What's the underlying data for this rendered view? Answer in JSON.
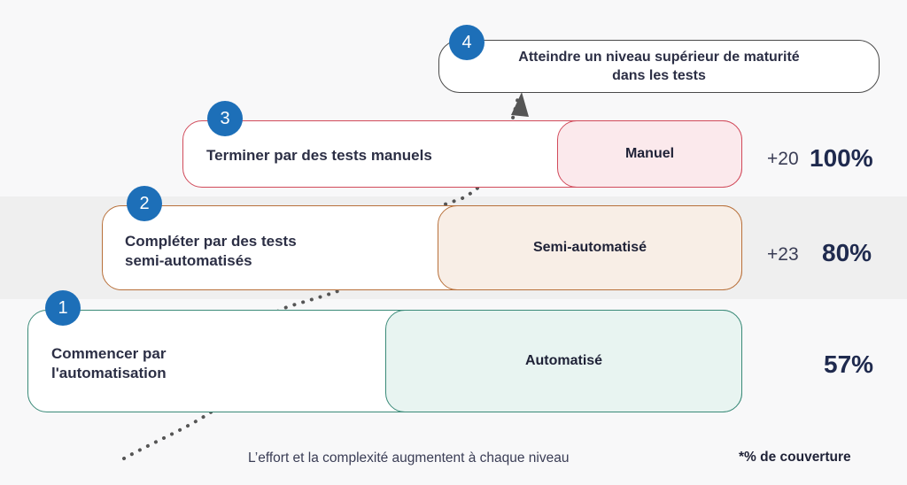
{
  "goal": {
    "number": "4",
    "text": "Atteindre un niveau supérieur de maturité dans les tests"
  },
  "levels": [
    {
      "number": "3",
      "label": "Terminer par des tests manuels",
      "tag": "Manuel",
      "increment": "+20",
      "coverage": "100%",
      "border": "#d14a5a",
      "fill": "#fbe9ec"
    },
    {
      "number": "2",
      "label": "Compléter par des tests semi-automatisés",
      "tag": "Semi-automatisé",
      "increment": "+23",
      "coverage": "80%",
      "border": "#b8703a",
      "fill": "#f8eee6"
    },
    {
      "number": "1",
      "label": "Commencer par l'automatisation",
      "tag": "Automatisé",
      "increment": "",
      "coverage": "57%",
      "border": "#3a8a78",
      "fill": "#e8f4f1"
    }
  ],
  "footer": {
    "caption": "L’effort et la complexité augmentent à chaque niveau",
    "note": "*% de couverture"
  },
  "colors": {
    "badge": "#1d6fb8",
    "arrow": "#555555"
  }
}
